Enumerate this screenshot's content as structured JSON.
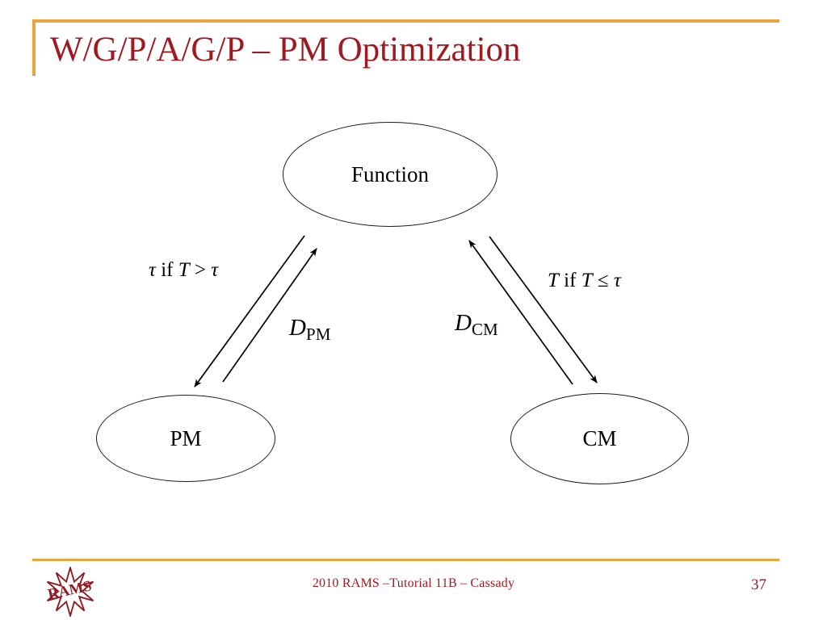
{
  "slide": {
    "title": "W/G/P/A/G/P – PM Optimization",
    "accent_color": "#E8A63C",
    "title_color": "#9E1A20",
    "background_color": "#FFFFFF"
  },
  "diagram": {
    "nodes": [
      {
        "id": "function",
        "label": "Function"
      },
      {
        "id": "pm",
        "label": "PM"
      },
      {
        "id": "cm",
        "label": "CM"
      }
    ],
    "edge_labels": {
      "left_condition": {
        "tau1": "τ",
        "if": "if",
        "T": "T",
        "op": ">",
        "tau2": "τ"
      },
      "right_condition": {
        "T1": "T",
        "if": "if",
        "T2": "T",
        "op": "≤",
        "tau": "τ"
      },
      "d_pm": {
        "symbol": "D",
        "subscript": "PM"
      },
      "d_cm": {
        "symbol": "D",
        "subscript": "CM"
      }
    },
    "edges": [
      {
        "from": "function",
        "to": "pm",
        "label": "τ if T > τ"
      },
      {
        "from": "pm",
        "to": "function",
        "label": "D_PM"
      },
      {
        "from": "cm",
        "to": "function",
        "label": "D_CM"
      },
      {
        "from": "function",
        "to": "cm",
        "label": "T if T ≤ τ"
      }
    ]
  },
  "footer": {
    "text": "2010 RAMS –Tutorial 11B – Cassady",
    "page_number": "37",
    "logo_name": "rams-starburst-logo",
    "color": "#9E1A20"
  }
}
